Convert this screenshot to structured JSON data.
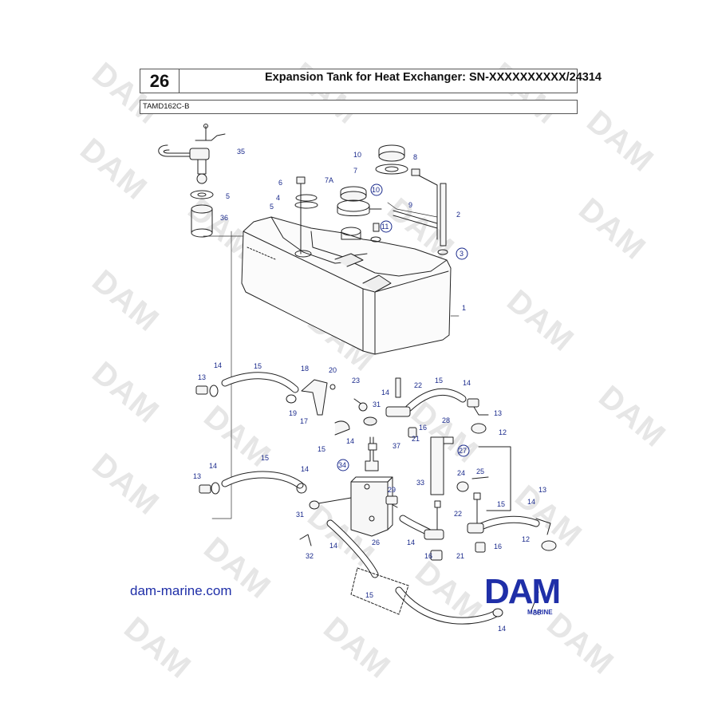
{
  "header": {
    "page_number": "26",
    "title": "Expansion Tank for Heat Exchanger: SN-XXXXXXXXXX/24314",
    "model": "TAMD162C-B"
  },
  "watermark_text": "DAM",
  "footer": {
    "site": "dam-marine.com",
    "logo_main": "DAM",
    "logo_sub": "MARINE"
  },
  "callouts": [
    {
      "id": "c35",
      "label": "35",
      "circled": false
    },
    {
      "id": "c5a",
      "label": "5",
      "circled": false
    },
    {
      "id": "c36",
      "label": "36",
      "circled": false
    },
    {
      "id": "c6",
      "label": "6",
      "circled": false
    },
    {
      "id": "c4",
      "label": "4",
      "circled": false
    },
    {
      "id": "c5b",
      "label": "5",
      "circled": false
    },
    {
      "id": "c7A",
      "label": "7A",
      "circled": false
    },
    {
      "id": "c10a",
      "label": "10",
      "circled": false
    },
    {
      "id": "c7",
      "label": "7",
      "circled": false
    },
    {
      "id": "c8",
      "label": "8",
      "circled": false
    },
    {
      "id": "c10b",
      "label": "10",
      "circled": true
    },
    {
      "id": "c9",
      "label": "9",
      "circled": false
    },
    {
      "id": "c2",
      "label": "2",
      "circled": false
    },
    {
      "id": "c11",
      "label": "11",
      "circled": true
    },
    {
      "id": "c3",
      "label": "3",
      "circled": true
    },
    {
      "id": "c1",
      "label": "1",
      "circled": false
    },
    {
      "id": "c14a",
      "label": "14",
      "circled": false
    },
    {
      "id": "c15a",
      "label": "15",
      "circled": false
    },
    {
      "id": "c18",
      "label": "18",
      "circled": false
    },
    {
      "id": "c20",
      "label": "20",
      "circled": false
    },
    {
      "id": "c13a",
      "label": "13",
      "circled": false
    },
    {
      "id": "c23",
      "label": "23",
      "circled": false
    },
    {
      "id": "c22a",
      "label": "22",
      "circled": false
    },
    {
      "id": "c15b",
      "label": "15",
      "circled": false
    },
    {
      "id": "c14b",
      "label": "14",
      "circled": false
    },
    {
      "id": "c19",
      "label": "19",
      "circled": false
    },
    {
      "id": "c14c",
      "label": "14",
      "circled": false
    },
    {
      "id": "c31a",
      "label": "31",
      "circled": false
    },
    {
      "id": "c13b",
      "label": "13",
      "circled": false
    },
    {
      "id": "c17",
      "label": "17",
      "circled": false
    },
    {
      "id": "c16a",
      "label": "16",
      "circled": false
    },
    {
      "id": "c28",
      "label": "28",
      "circled": false
    },
    {
      "id": "c14d",
      "label": "14",
      "circled": false
    },
    {
      "id": "c21a",
      "label": "21",
      "circled": false
    },
    {
      "id": "c12a",
      "label": "12",
      "circled": false
    },
    {
      "id": "c15c",
      "label": "15",
      "circled": false
    },
    {
      "id": "c37",
      "label": "37",
      "circled": false
    },
    {
      "id": "c27",
      "label": "27",
      "circled": true
    },
    {
      "id": "c34",
      "label": "34",
      "circled": true
    },
    {
      "id": "c15d",
      "label": "15",
      "circled": false
    },
    {
      "id": "c14e",
      "label": "14",
      "circled": false
    },
    {
      "id": "c13c",
      "label": "13",
      "circled": false
    },
    {
      "id": "c14f",
      "label": "14",
      "circled": false
    },
    {
      "id": "c24",
      "label": "24",
      "circled": false
    },
    {
      "id": "c25",
      "label": "25",
      "circled": false
    },
    {
      "id": "c33",
      "label": "33",
      "circled": false
    },
    {
      "id": "c29",
      "label": "29",
      "circled": false
    },
    {
      "id": "c13d",
      "label": "13",
      "circled": false
    },
    {
      "id": "c22b",
      "label": "22",
      "circled": false
    },
    {
      "id": "c15e",
      "label": "15",
      "circled": false
    },
    {
      "id": "c14g",
      "label": "14",
      "circled": false
    },
    {
      "id": "c31b",
      "label": "31",
      "circled": false
    },
    {
      "id": "c12b",
      "label": "12",
      "circled": false
    },
    {
      "id": "c14h",
      "label": "14",
      "circled": false
    },
    {
      "id": "c26",
      "label": "26",
      "circled": false
    },
    {
      "id": "c14i",
      "label": "14",
      "circled": false
    },
    {
      "id": "c16b",
      "label": "16",
      "circled": false
    },
    {
      "id": "c16c",
      "label": "16",
      "circled": false
    },
    {
      "id": "c21b",
      "label": "21",
      "circled": false
    },
    {
      "id": "c32",
      "label": "32",
      "circled": false
    },
    {
      "id": "c30",
      "label": "30",
      "circled": false
    },
    {
      "id": "c15f",
      "label": "15",
      "circled": false
    },
    {
      "id": "c14j",
      "label": "14",
      "circled": false
    }
  ]
}
